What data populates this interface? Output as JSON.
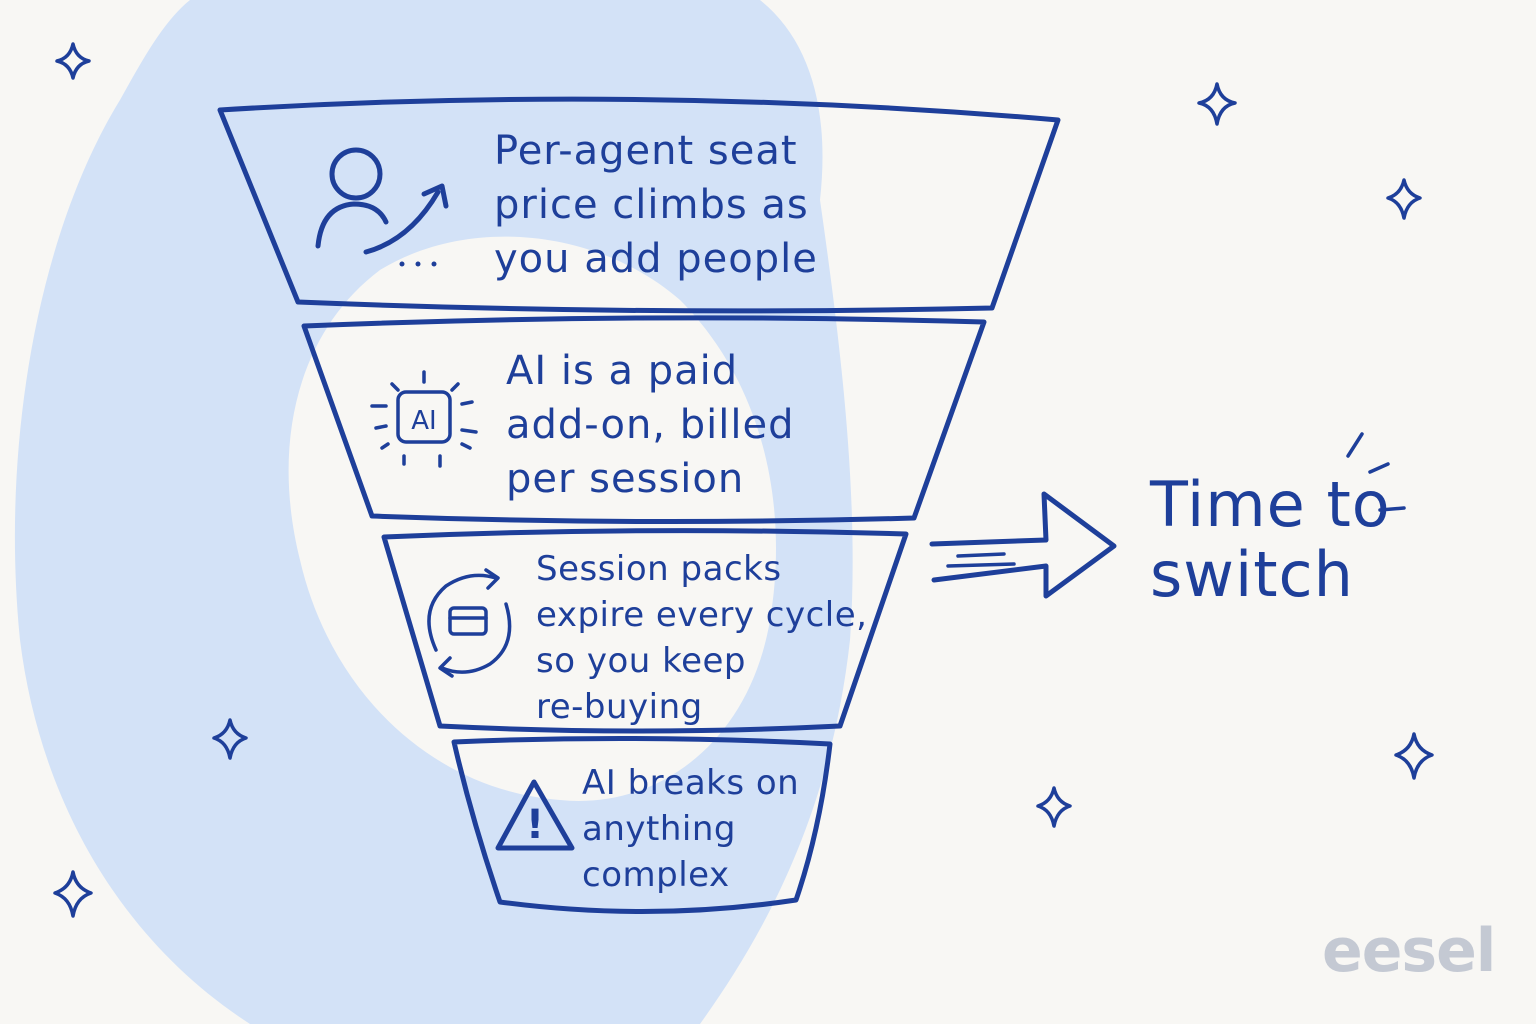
{
  "funnel": {
    "steps": [
      {
        "text": "Per-agent seat\nprice climbs as\nyou add people",
        "icon": "user-growth-icon"
      },
      {
        "text": "AI is a paid\nadd-on, billed\nper session",
        "icon": "ai-chip-icon",
        "icon_label": "AI"
      },
      {
        "text": "Session packs\nexpire every cycle,\nso you keep\nre-buying",
        "icon": "renew-card-icon"
      },
      {
        "text": "AI breaks on\nanything\ncomplex",
        "icon": "warning-icon",
        "icon_label": "!"
      }
    ]
  },
  "callout": {
    "text": "Time to\nswitch",
    "icon": "arrow-right-icon"
  },
  "brand": {
    "logo_text": "eesel"
  },
  "colors": {
    "ink": "#1e3f9a",
    "background": "#f8f7f4",
    "blob": "#d3e2f7",
    "logo": "#c4c9d3"
  }
}
